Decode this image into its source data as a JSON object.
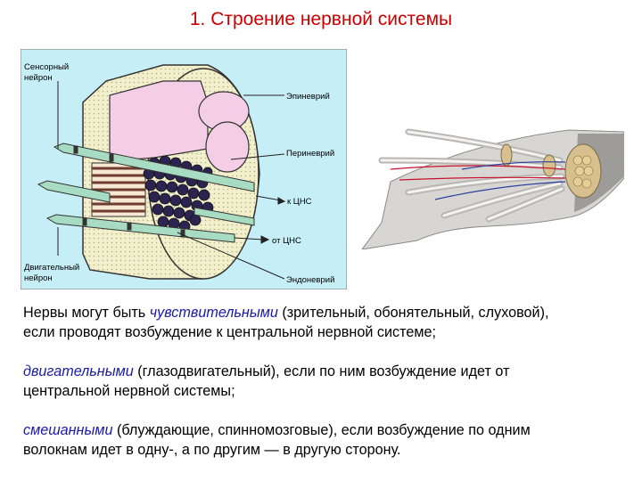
{
  "title": "1. Строение нервной системы",
  "diagram": {
    "labels": {
      "sensory": [
        "Сенсорный",
        "нейрон"
      ],
      "motor": [
        "Двигательный",
        "нейрон"
      ],
      "epineurium": "Эпиневрий",
      "perineurium": "Периневрий",
      "to_cns": "к ЦНС",
      "from_cns": "от ЦНС",
      "endoneurium": "Эндоневрий"
    },
    "colors": {
      "background": "#c6eef7",
      "epineurium": "#f1efcc",
      "fascicle": "#f4cde6",
      "axon": "#a8dcc2"
    }
  },
  "text": {
    "p1_a": "Нервы могут быть ",
    "p1_em": "чувствительными",
    "p1_b": " (зрительный, обонятельный, слуховой),",
    "p1_line2": "если проводят возбуждение к центральной нервной системе;",
    "p2_em": "двигательными",
    "p2_b": " (глазодвигательный), если по ним возбуждение идет от",
    "p2_line2": "центральной нервной системы;",
    "p3_em": "смешанными",
    "p3_b": " (блуждающие, спинномозговые), если возбуждение по одним",
    "p3_line2": "волокнам идет в одну-, а по другим — в другую сторону."
  }
}
